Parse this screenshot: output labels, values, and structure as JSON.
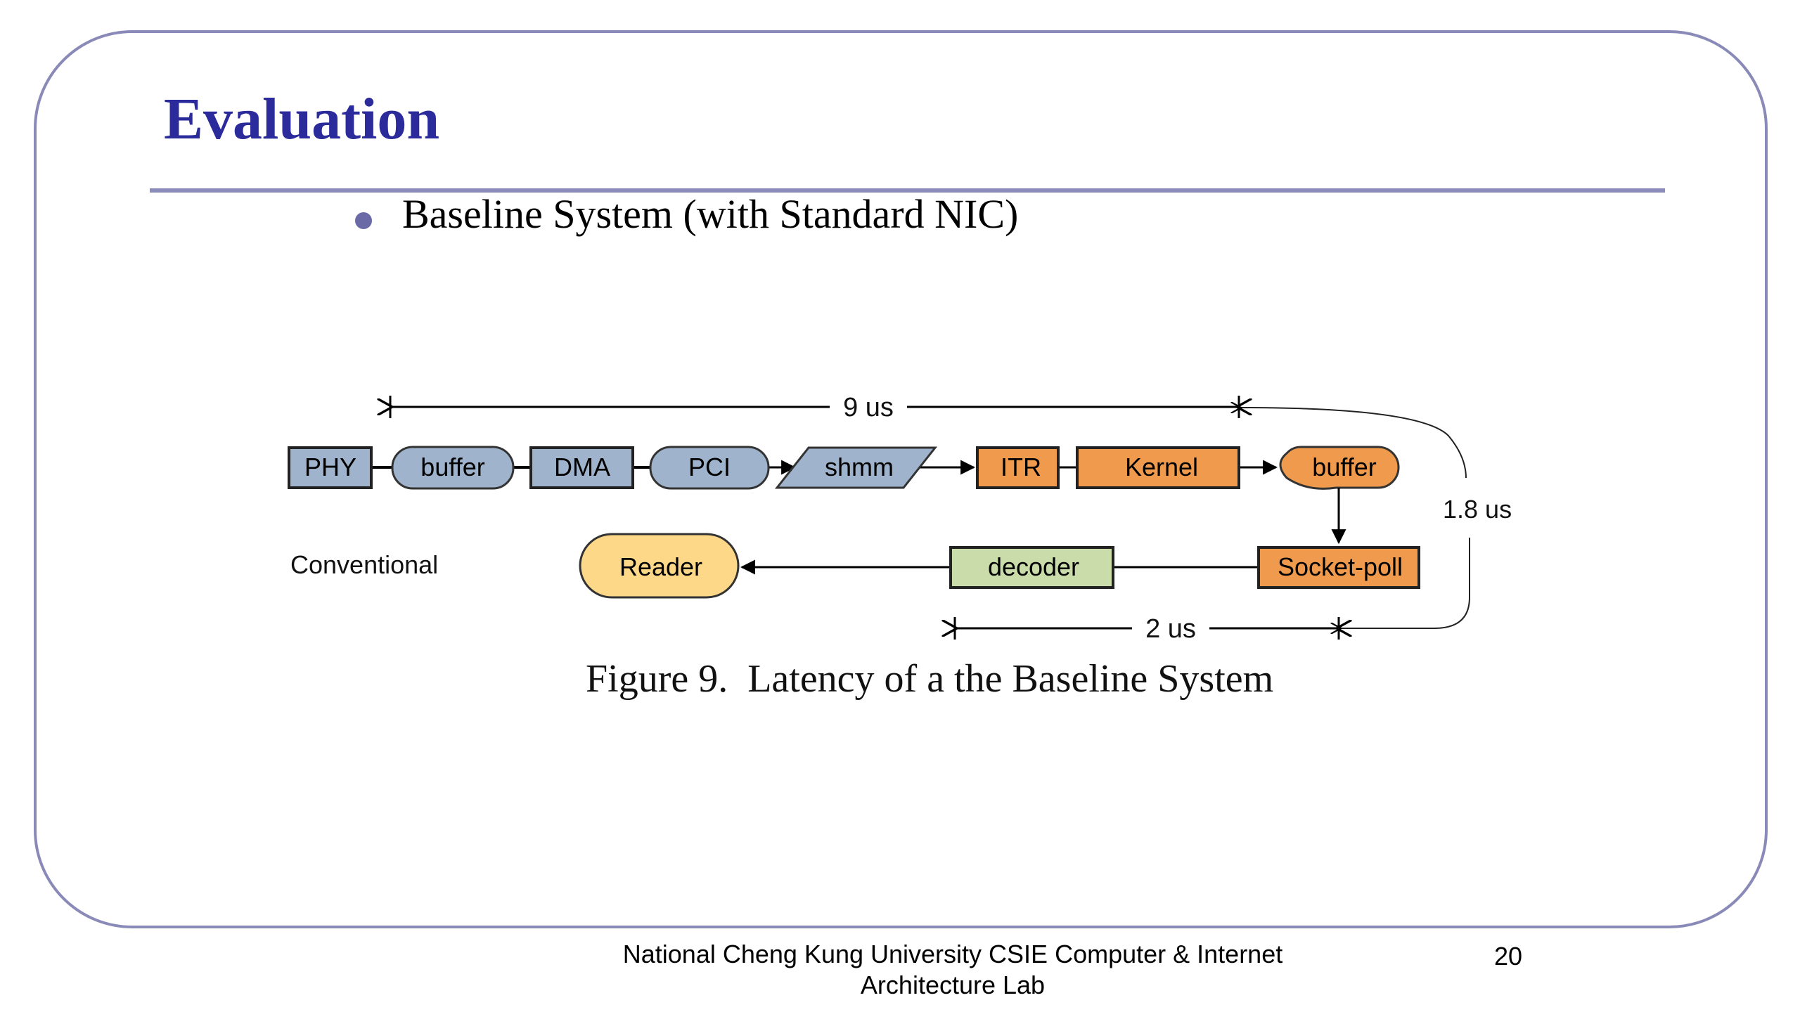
{
  "slide": {
    "title": "Evaluation",
    "bullet": "Baseline System (with Standard NIC)",
    "caption": "Figure 9.  Latency of a the Baseline System",
    "footer_line1": "National Cheng Kung University CSIE Computer & Internet",
    "footer_line2": "Architecture Lab",
    "page_number": "20",
    "colors": {
      "title": "#2b2b9c",
      "border": "#8a8ab8",
      "blue_node": "#9fb4cc",
      "orange_node": "#ef9a4c",
      "green_node": "#c9dcaa",
      "yellow_node": "#fdd888"
    }
  },
  "diagram": {
    "row_label": "Conventional",
    "top_row": [
      {
        "id": "phy",
        "label": "PHY",
        "shape": "rect",
        "color": "blue"
      },
      {
        "id": "buffer1",
        "label": "buffer",
        "shape": "pill",
        "color": "blue"
      },
      {
        "id": "dma",
        "label": "DMA",
        "shape": "rect",
        "color": "blue"
      },
      {
        "id": "pci",
        "label": "PCI",
        "shape": "pill",
        "color": "blue"
      },
      {
        "id": "shmm",
        "label": "shmm",
        "shape": "parallelogram",
        "color": "blue"
      },
      {
        "id": "itr",
        "label": "ITR",
        "shape": "rect",
        "color": "orange"
      },
      {
        "id": "kernel",
        "label": "Kernel",
        "shape": "rect",
        "color": "orange"
      },
      {
        "id": "buffer2",
        "label": "buffer",
        "shape": "pill",
        "color": "orange"
      }
    ],
    "bottom_row": [
      {
        "id": "socket",
        "label": "Socket-poll",
        "shape": "rect",
        "color": "orange"
      },
      {
        "id": "decoder",
        "label": "decoder",
        "shape": "rect",
        "color": "green"
      },
      {
        "id": "reader",
        "label": "Reader",
        "shape": "pill",
        "color": "yellow"
      }
    ],
    "latencies": {
      "top_span": "9 us",
      "bottom_span": "2 us",
      "loop": "1.8 us"
    }
  }
}
